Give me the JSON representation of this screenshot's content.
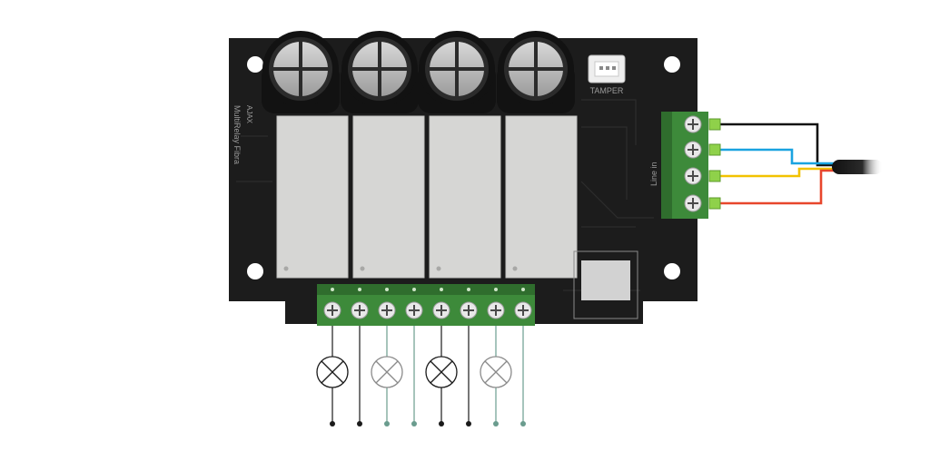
{
  "board": {
    "brand_label": "AJAX",
    "model_label": "MultiRelay Fibra",
    "tamper_label": "TAMPER",
    "line_in_label": "Line in"
  },
  "wires": {
    "input": [
      {
        "color": "#111111"
      },
      {
        "color": "#1aa3e0"
      },
      {
        "color": "#f2c200"
      },
      {
        "color": "#e8462c"
      }
    ],
    "output": [
      {
        "color": "#1a1a1a"
      },
      {
        "color": "#1a1a1a"
      },
      {
        "color": "#6a9c8e"
      },
      {
        "color": "#6a9c8e"
      },
      {
        "color": "#1a1a1a"
      },
      {
        "color": "#1a1a1a"
      },
      {
        "color": "#6a9c8e"
      },
      {
        "color": "#6a9c8e"
      }
    ]
  },
  "loads": [
    {
      "state": "on",
      "color": "#1a1a1a"
    },
    {
      "state": "off",
      "color": "#8a8a8a"
    },
    {
      "state": "on",
      "color": "#1a1a1a"
    },
    {
      "state": "off",
      "color": "#8a8a8a"
    }
  ],
  "colors": {
    "pcb": "#1c1c1c",
    "terminal_green": "#3d8a3a",
    "relay": "#d6d6d4",
    "capacitor": "#121212"
  }
}
